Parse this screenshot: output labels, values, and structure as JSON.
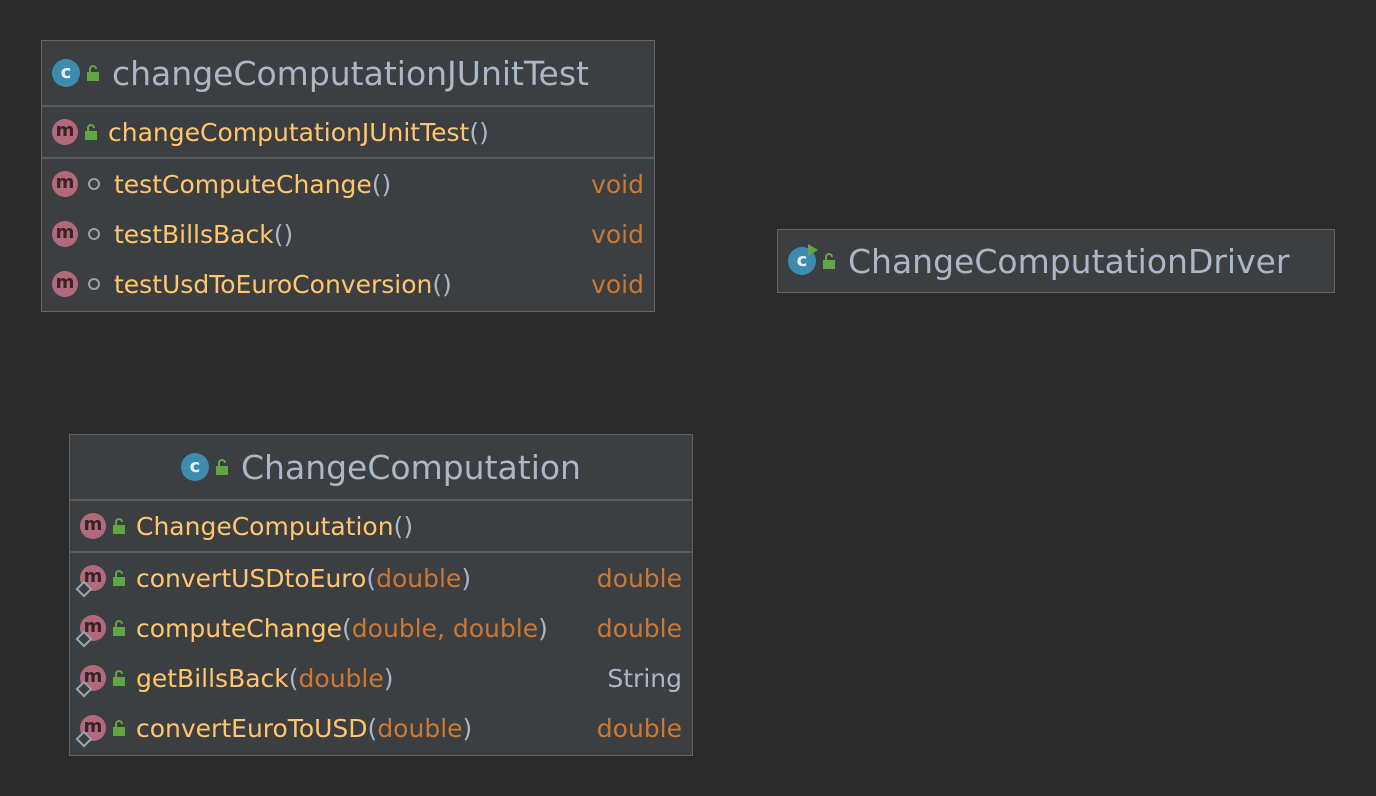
{
  "colors": {
    "background": "#2b2b2b",
    "node_fill": "#3c3f41",
    "method_name": "#ffc66d",
    "type": "#cc7832",
    "plain_text": "#a9b7c6",
    "method_icon": "#b06a7c",
    "class_icon": "#3d8cb0",
    "public_lock": "#62a544"
  },
  "junit_class": {
    "icon": "class-icon-test",
    "title": "changeComputationJUnitTest",
    "constructors": [
      {
        "name": "changeComputationJUnitTest",
        "params": "",
        "visibility": "public"
      }
    ],
    "methods": [
      {
        "name": "testComputeChange",
        "params": "",
        "visibility": "package",
        "return": "void"
      },
      {
        "name": "testBillsBack",
        "params": "",
        "visibility": "package",
        "return": "void"
      },
      {
        "name": "testUsdToEuroConversion",
        "params": "",
        "visibility": "package",
        "return": "void"
      }
    ]
  },
  "driver_class": {
    "icon": "class-icon-runnable",
    "title": "ChangeComputationDriver"
  },
  "change_class": {
    "icon": "class-icon",
    "title": "ChangeComputation",
    "constructors": [
      {
        "name": "ChangeComputation",
        "params": "",
        "visibility": "public"
      }
    ],
    "methods": [
      {
        "name": "convertUSDtoEuro",
        "params": "double",
        "visibility": "public",
        "static": true,
        "return": "double"
      },
      {
        "name": "computeChange",
        "params": "double, double",
        "visibility": "public",
        "static": true,
        "return": "double"
      },
      {
        "name": "getBillsBack",
        "params": "double",
        "visibility": "public",
        "static": true,
        "return": "String"
      },
      {
        "name": "convertEuroToUSD",
        "params": "double",
        "visibility": "public",
        "static": true,
        "return": "double"
      }
    ]
  },
  "glyphs": {
    "method_letter": "m",
    "class_letter": "c",
    "open_paren": "(",
    "close_paren": ")"
  }
}
